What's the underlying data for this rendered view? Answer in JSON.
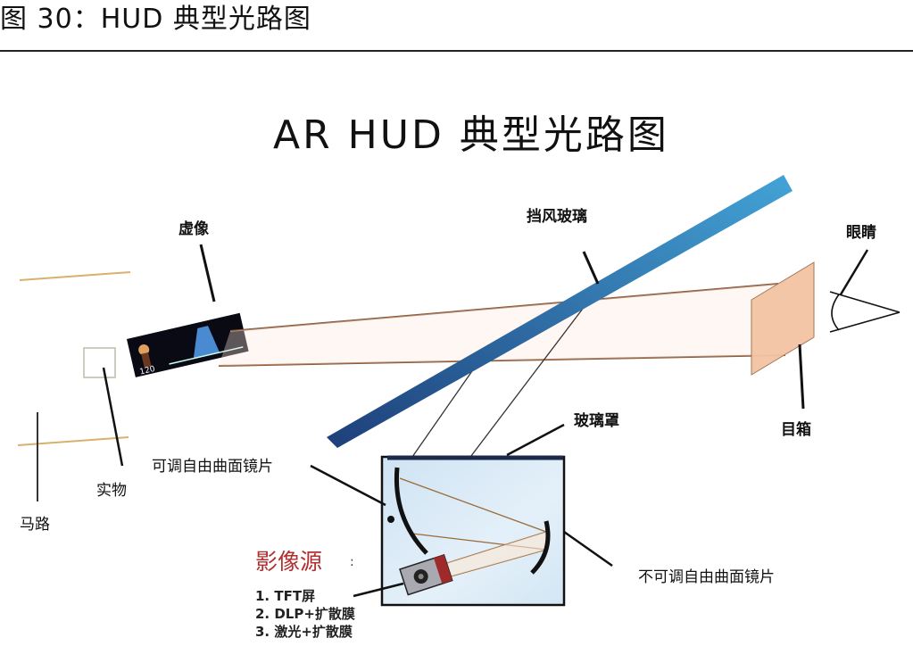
{
  "caption": "图 30：HUD 典型光路图",
  "title": "AR HUD 典型光路图",
  "labels": {
    "virtual_image": "虚像",
    "windshield": "挡风玻璃",
    "eye": "眼睛",
    "eyebox": "目箱",
    "real_object": "实物",
    "road": "马路",
    "glass_cover": "玻璃罩",
    "adjustable_mirror": "可调自由曲面镜片",
    "fixed_mirror": "不可调自由曲面镜片"
  },
  "image_source": {
    "title": "影像源",
    "colon": ":",
    "items": [
      "1. TFT屏",
      "2. DLP+扩散膜",
      "3. 激光+扩散膜"
    ]
  },
  "colors": {
    "windshield": "#3a8cc4",
    "light_ray": "#8a5a3a",
    "eyebox": "#f3c4a4",
    "housing_fill": "#dcebf7",
    "housing_top": "#1c2a4a",
    "image_source_accent": "#a02a2a",
    "road_line": "#d8b070"
  }
}
